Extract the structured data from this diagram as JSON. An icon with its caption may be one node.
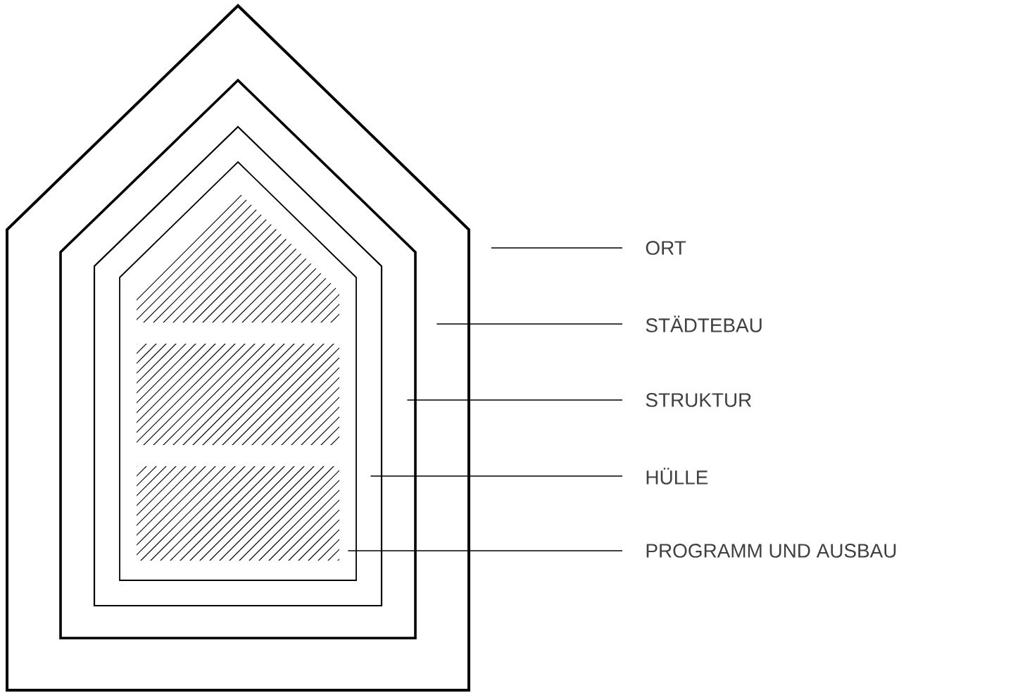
{
  "diagram": {
    "nodes": [
      {
        "text": [],
        "shape": "pentagon"
      },
      {
        "text": [],
        "shape": "pentagon",
        "in": 0
      },
      {
        "text": [],
        "shape": "pentagon",
        "in": 1
      },
      {
        "text": [],
        "shape": "pentagon",
        "in": 2
      },
      {
        "text": [
          "ORT"
        ]
      },
      {
        "text": [
          "STÄDTEBAU"
        ]
      },
      {
        "text": [
          "STRUKTUR"
        ]
      },
      {
        "text": [
          "HÜLLE"
        ]
      },
      {
        "text": [
          "PROGRAMM UND AUSBAU"
        ]
      }
    ],
    "edges": [
      {
        "from": 4,
        "to": null,
        "arrow": "none"
      },
      {
        "from": 5,
        "to": 0,
        "arrow": "none"
      },
      {
        "from": 6,
        "to": 1,
        "arrow": "none"
      },
      {
        "from": 7,
        "to": 2,
        "arrow": "none"
      },
      {
        "from": 8,
        "to": 3,
        "arrow": "none"
      }
    ]
  }
}
